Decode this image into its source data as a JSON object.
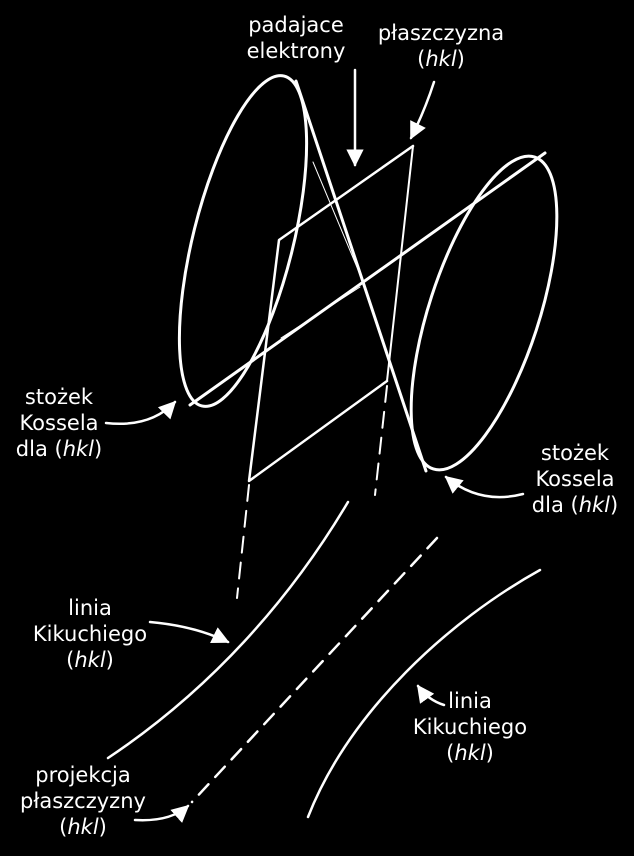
{
  "labels": {
    "incident": {
      "line1": "padajace",
      "line2": "elektrony"
    },
    "plane": {
      "line1": "płaszczyzna",
      "open": "(",
      "hkl": "hkl",
      "close": ")"
    },
    "cone_left": {
      "line1": "stożek",
      "line2": "Kossela",
      "prefix": "dla (",
      "hkl": "hkl",
      "close": ")"
    },
    "cone_right": {
      "line1": "stożek",
      "line2": "Kossela",
      "prefix": "dla (",
      "hkl": "hkl",
      "close": ")"
    },
    "kikuchi_left": {
      "line1": "linia",
      "line2": "Kikuchiego",
      "open": "(",
      "hkl": "hkl",
      "close": ")"
    },
    "kikuchi_right": {
      "line1": "linia",
      "line2": "Kikuchiego",
      "open": "(",
      "hkl": "hkl",
      "close": ")"
    },
    "projection": {
      "line1": "projekcja",
      "line2": "płaszczyzny",
      "open": "(",
      "hkl": "hkl",
      "close": ")"
    }
  },
  "colors": {
    "background": "#000000",
    "ink": "#ffffff"
  }
}
